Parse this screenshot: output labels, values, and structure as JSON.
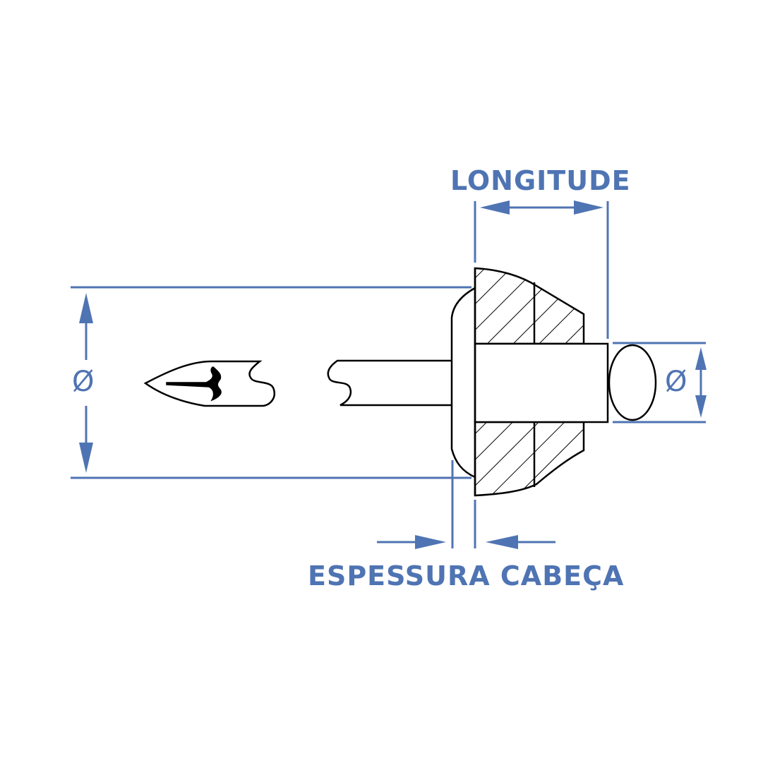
{
  "labels": {
    "length": "LONGITUDE",
    "head_thickness": "ESPESSURA CABEÇA",
    "diameter_left": "Ø",
    "diameter_right": "Ø"
  },
  "colors": {
    "dimension": "#4f74b3",
    "outline": "#000000",
    "background": "#ffffff"
  }
}
